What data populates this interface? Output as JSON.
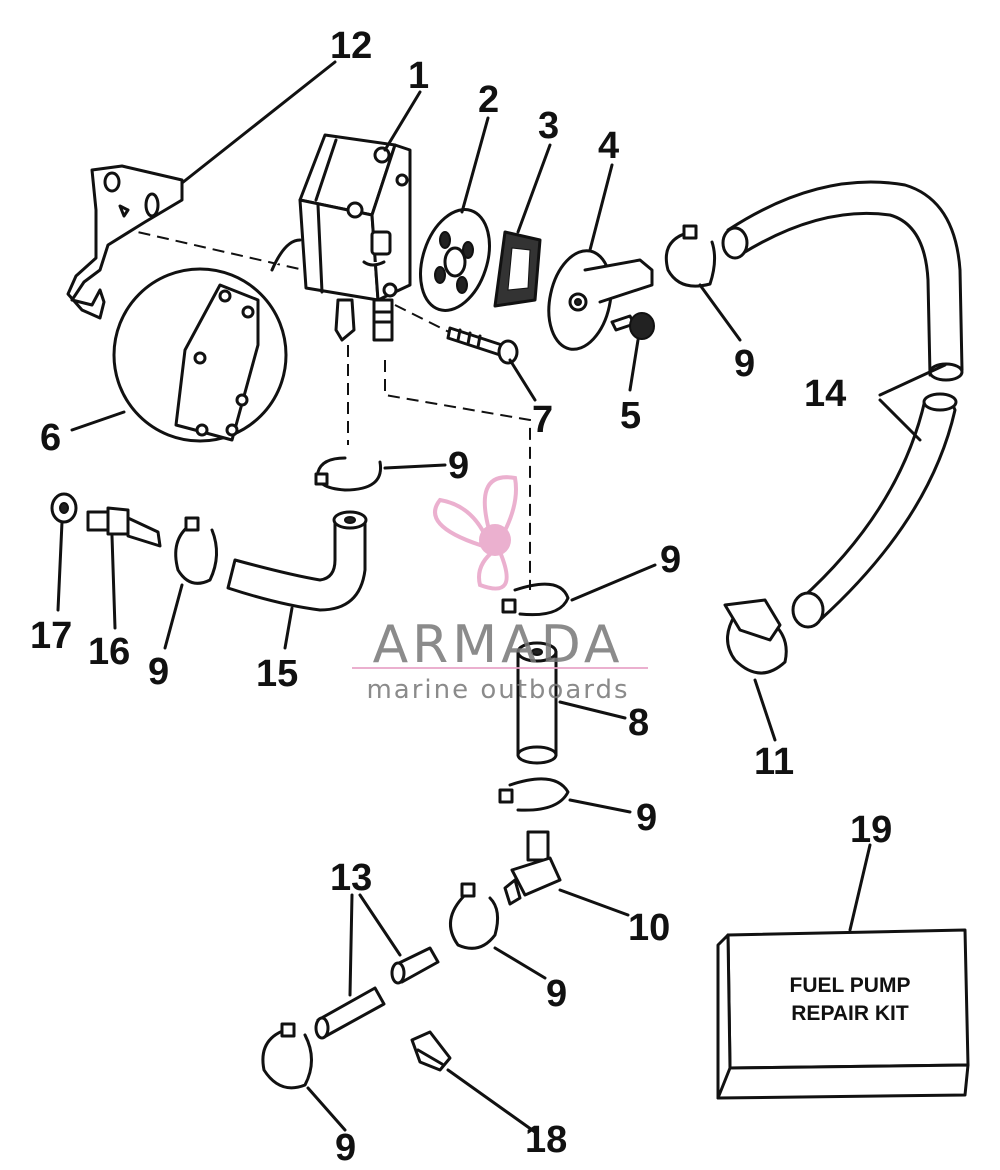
{
  "callouts": {
    "c1": "1",
    "c2": "2",
    "c3": "3",
    "c4": "4",
    "c5": "5",
    "c6": "6",
    "c7": "7",
    "c8": "8",
    "c10": "10",
    "c11": "11",
    "c12": "12",
    "c13": "13",
    "c14": "14",
    "c15": "15",
    "c16": "16",
    "c17": "17",
    "c18": "18",
    "c19": "19",
    "c9a": "9",
    "c9b": "9",
    "c9c": "9",
    "c9d": "9",
    "c9e": "9",
    "c9f": "9",
    "c9g": "9"
  },
  "repair_kit": {
    "line1": "FUEL PUMP",
    "line2": "REPAIR KIT"
  },
  "watermark": {
    "brand": "ARMADA",
    "tagline": "marine outboards",
    "color": "#e8a3c7"
  }
}
